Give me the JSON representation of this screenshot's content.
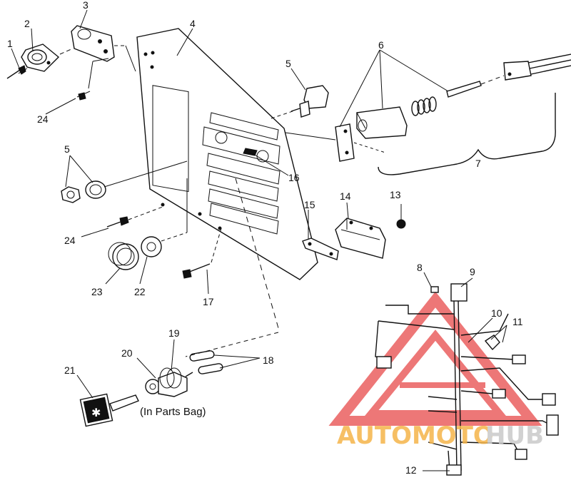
{
  "callouts": {
    "c1": "1",
    "c2": "2",
    "c3": "3",
    "c4": "4",
    "c5a": "5",
    "c5b": "5",
    "c6": "6",
    "c7": "7",
    "c8": "8",
    "c9": "9",
    "c10": "10",
    "c11": "11",
    "c12": "12",
    "c13": "13",
    "c14": "14",
    "c15": "15",
    "c16": "16",
    "c17": "17",
    "c18": "18",
    "c19": "19",
    "c20": "20",
    "c21": "21",
    "c22": "22",
    "c23": "23",
    "c24a": "24",
    "c24b": "24"
  },
  "note": "(In Parts Bag)",
  "watermark": {
    "part1": "AUTOMOTO",
    "part2": "HUB",
    "color1": "#f5b54a",
    "color2": "#c9c9c9",
    "triangle_color": "#e84a4a"
  }
}
